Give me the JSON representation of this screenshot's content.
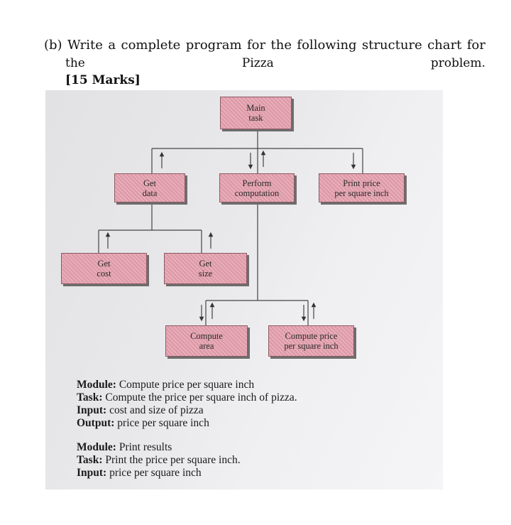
{
  "question": {
    "line1": "(b) Write a complete program for the following structure chart for",
    "line2_words": [
      "the",
      "Pizza",
      "problem."
    ],
    "marks": "[15 Marks]"
  },
  "chart": {
    "boxes": {
      "main": "Main\ntask",
      "get_data": "Get\ndata",
      "perform": "Perform\ncomputation",
      "print_price": "Print price\nper square inch",
      "get_cost": "Get\ncost",
      "get_size": "Get\nsize",
      "compute_area": "Compute\narea",
      "compute_price": "Compute price\nper square inch"
    }
  },
  "modules": [
    {
      "rows": [
        {
          "label": "Module:",
          "value": "Compute price per square inch"
        },
        {
          "label": "Task:",
          "value": "Compute the price per square inch of pizza."
        },
        {
          "label": "Input:",
          "value": "cost and size of pizza"
        },
        {
          "label": "Output:",
          "value": "price per square inch"
        }
      ]
    },
    {
      "rows": [
        {
          "label": "Module:",
          "value": "Print results"
        },
        {
          "label": "Task:",
          "value": "Print the price per square inch."
        },
        {
          "label": "Input:",
          "value": "price per square inch"
        }
      ]
    }
  ]
}
